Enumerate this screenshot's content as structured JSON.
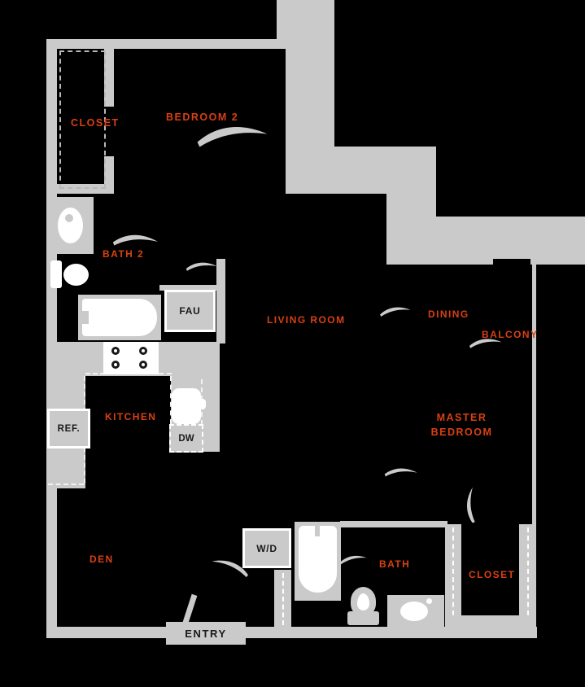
{
  "colors": {
    "background": "#000000",
    "wall_gray": "#c9cac9",
    "label_red": "#d94012",
    "text_dark": "#1a1a1a",
    "fixture_white": "#ffffff"
  },
  "rooms": {
    "closet2": "CLOSET",
    "bedroom2": "BEDROOM 2",
    "bath2": "BATH 2",
    "living": "LIVING ROOM",
    "dining": "DINING",
    "balcony": "BALCONY",
    "master_line1": "MASTER",
    "master_line2": "BEDROOM",
    "kitchen": "KITCHEN",
    "den": "DEN",
    "master_bath": "BATH",
    "master_closet": "CLOSET"
  },
  "fixtures": {
    "fau": "FAU",
    "ref": "REF.",
    "dw": "DW",
    "washer_dryer": "W/D",
    "entry": "ENTRY"
  }
}
